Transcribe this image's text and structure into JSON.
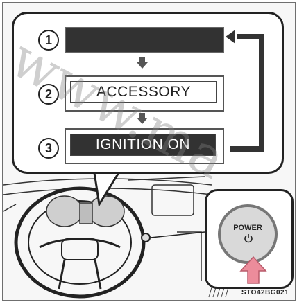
{
  "steps": [
    {
      "number": "1",
      "label": ""
    },
    {
      "number": "2",
      "label": "ACCESSORY"
    },
    {
      "number": "3",
      "label": "IGNITION ON"
    }
  ],
  "power_button": {
    "label": "POWER",
    "icon": "power-icon"
  },
  "figure_code": "STO42BG021",
  "watermark": "www.ma",
  "colors": {
    "panel_dark": "#323232",
    "arrow": "#ec8c9b"
  }
}
